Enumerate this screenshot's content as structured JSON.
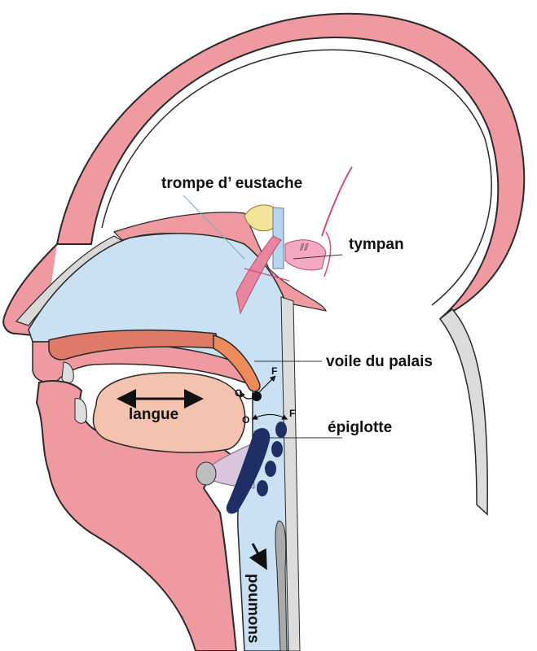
{
  "labels": {
    "eustachian_tube": "trompe d’ eustache",
    "eardrum": "tympan",
    "soft_palate": "voile du palais",
    "tongue": "langue",
    "epiglottis": "épiglotte",
    "lungs": "poumons",
    "palate_open": "O",
    "palate_closed": "F",
    "epiglottis_open": "O",
    "epiglottis_closed": "F"
  },
  "colors": {
    "tissue_pink": "#ee9aa0",
    "airway_blue": "#c9e1f3",
    "tongue_skin": "#f3c3b0",
    "palate_red": "#e07a68",
    "palate_orange": "#ef8a5a",
    "epiglottis_navy": "#1f2f66",
    "spine_gray": "#dcdcdc",
    "ear_yellow": "#f2e29a",
    "outline": "#2a2a2a"
  }
}
